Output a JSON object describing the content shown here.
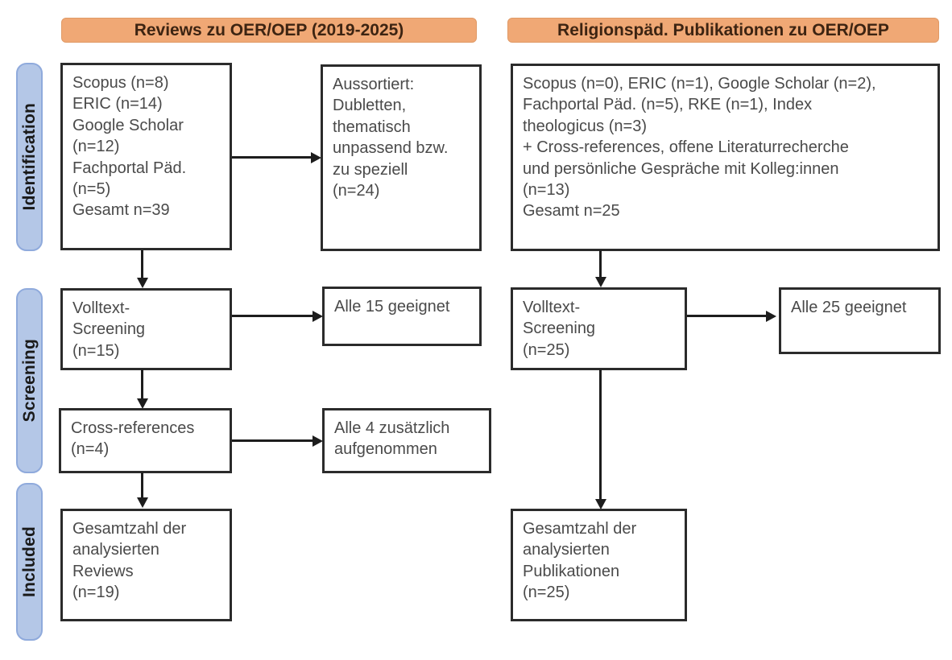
{
  "phases": [
    {
      "label": "Identification"
    },
    {
      "label": "Screening"
    },
    {
      "label": "Included"
    }
  ],
  "columns": {
    "left": {
      "header": "Reviews zu OER/OEP (2019-2025)"
    },
    "right": {
      "header": "Religionspäd. Publikationen zu OER/OEP"
    }
  },
  "nodes": {
    "left_sources": "Scopus (n=8)\nERIC (n=14)\nGoogle Scholar\n(n=12)\nFachportal Päd.\n(n=5)\nGesamt n=39",
    "left_excluded": "Aussortiert:\nDubletten,\nthematisch\nunpassend bzw.\nzu speziell\n(n=24)",
    "left_fulltext": "Volltext-\nScreening\n(n=15)",
    "left_fulltext_result": "Alle 15 geeignet",
    "left_crossrefs": "Cross-references\n(n=4)",
    "left_crossrefs_result": "Alle 4 zusätzlich\naufgenommen",
    "left_included": "Gesamtzahl der\nanalysierten\nReviews\n(n=19)",
    "right_sources": "Scopus (n=0), ERIC (n=1), Google Scholar (n=2),\nFachportal Päd. (n=5), RKE (n=1), Index\ntheologicus (n=3)\n+ Cross-references, offene Literaturrecherche\nund persönliche Gespräche mit Kolleg:innen\n(n=13)\nGesamt n=25",
    "right_fulltext": "Volltext-\nScreening\n(n=25)",
    "right_fulltext_result": "Alle 25 geeignet",
    "right_included": "Gesamtzahl der\nanalysierten\nPublikationen\n(n=25)"
  },
  "colors": {
    "header_orange": "#f0a875",
    "phase_blue": "#b4c7e7",
    "box_border": "#2b2b2b",
    "text_gray": "#4a4a4a"
  }
}
